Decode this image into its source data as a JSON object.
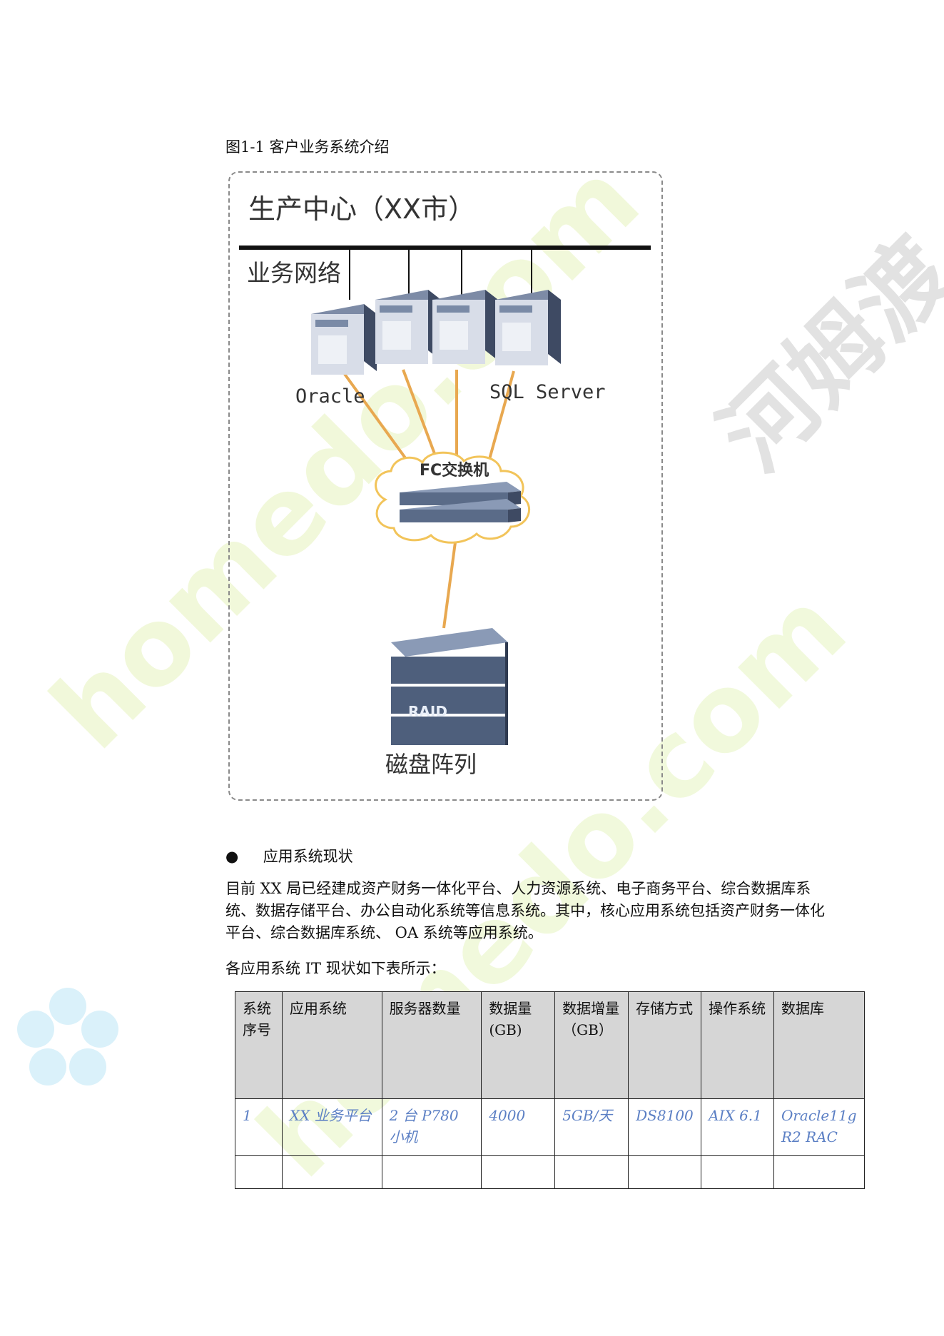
{
  "figure": {
    "caption": "图1-1  客户业务系统介绍",
    "center_title": "生产中心（XX市）",
    "network_label": "业务网络",
    "server_labels": [
      "Oracle",
      "SQL Server"
    ],
    "switch_label": "FC交换机",
    "raid_label": "RAID",
    "storage_label": "磁盘阵列"
  },
  "section": {
    "bullet_title": "应用系统现状",
    "paragraph": "目前 XX 局已经建成资产财务一体化平台、人力资源系统、电子商务平台、综合数据库系统、数据存储平台、办公自动化系统等信息系统。其中，核心应用系统包括资产财务一体化平台、综合数据库系统、 OA 系统等应用系统。",
    "table_intro": "各应用系统 IT 现状如下表所示："
  },
  "table": {
    "headers": [
      "系统序号",
      "应用系统",
      "服务器数量",
      "数据量(GB)",
      "数据增量（GB）",
      "存储方式",
      "操作系统",
      "数据库"
    ],
    "rows": [
      [
        "1",
        "XX 业务平台",
        "2 台 P780 小机",
        "4000",
        "5GB/天",
        "DS8100",
        "AIX 6.1",
        "Oracle11g R2 RAC"
      ],
      [
        "",
        "",
        "",
        "",
        "",
        "",
        "",
        ""
      ]
    ]
  },
  "watermarks": [
    "homedo.com",
    "homedo.com",
    "河姆渡"
  ],
  "colors": {
    "link_italic": "#5b7fc4",
    "header_fill": "#d6d6d6",
    "fiber": "#e8a850",
    "server": "#5a6b88"
  }
}
